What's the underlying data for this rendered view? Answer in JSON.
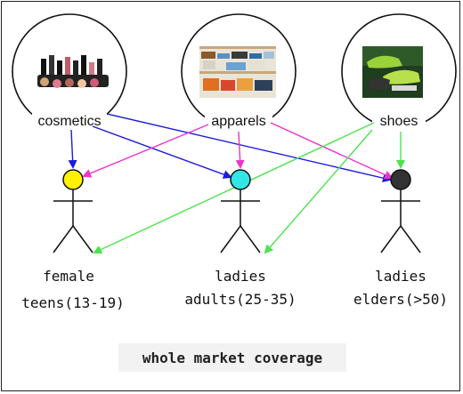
{
  "products": [
    {
      "id": "cosmetics",
      "label": "cosmetics",
      "image": "cosmetics-photo"
    },
    {
      "id": "apparels",
      "label": "apparels",
      "image": "apparels-photo"
    },
    {
      "id": "shoes",
      "label": "shoes",
      "image": "shoes-photo"
    }
  ],
  "segments": [
    {
      "id": "teens",
      "line1": "female",
      "line2": "teens(13-19)",
      "head_color": "#fff200"
    },
    {
      "id": "adults",
      "line1": "ladies",
      "line2": "adults(25-35)",
      "head_color": "#33e6e6"
    },
    {
      "id": "elders",
      "line1": "ladies",
      "line2": "elders(>50)",
      "head_color": "#333333"
    }
  ],
  "arrow_colors": {
    "cosmetics": "#1a1adb",
    "apparels": "#ee33cc",
    "shoes": "#4de24d"
  },
  "caption": "whole market coverage"
}
